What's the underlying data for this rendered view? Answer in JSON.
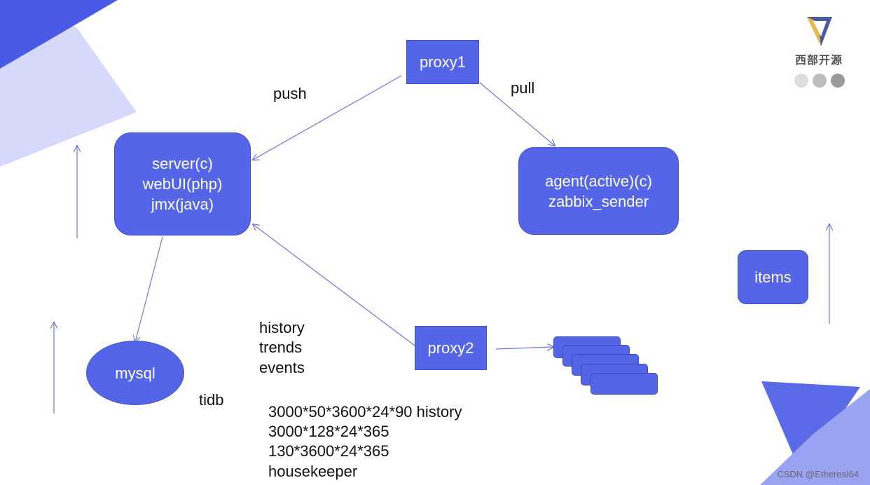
{
  "nodes": {
    "proxy1": "proxy1",
    "proxy2": "proxy2",
    "server_lines": [
      "server(c)",
      "webUI(php)",
      "jmx(java)"
    ],
    "agent_lines": [
      "agent(active)(c)",
      "zabbix_sender"
    ],
    "mysql": "mysql",
    "items": "items"
  },
  "labels": {
    "push": "push",
    "pull": "pull",
    "tidb": "tidb",
    "data_types": [
      "history",
      "trends",
      "events"
    ],
    "calculations": [
      "3000*50*3600*24*90 history",
      "3000*128*24*365",
      "130*3600*24*365",
      "housekeeper"
    ]
  },
  "logo": {
    "text": "西部开源"
  },
  "watermark": "CSDN @Ethereal64",
  "colors": {
    "node_fill": "#5465e8",
    "arrow": "#6b78d6",
    "deco_dark": "#4a5ae6",
    "deco_light": "#d6d9fb"
  }
}
